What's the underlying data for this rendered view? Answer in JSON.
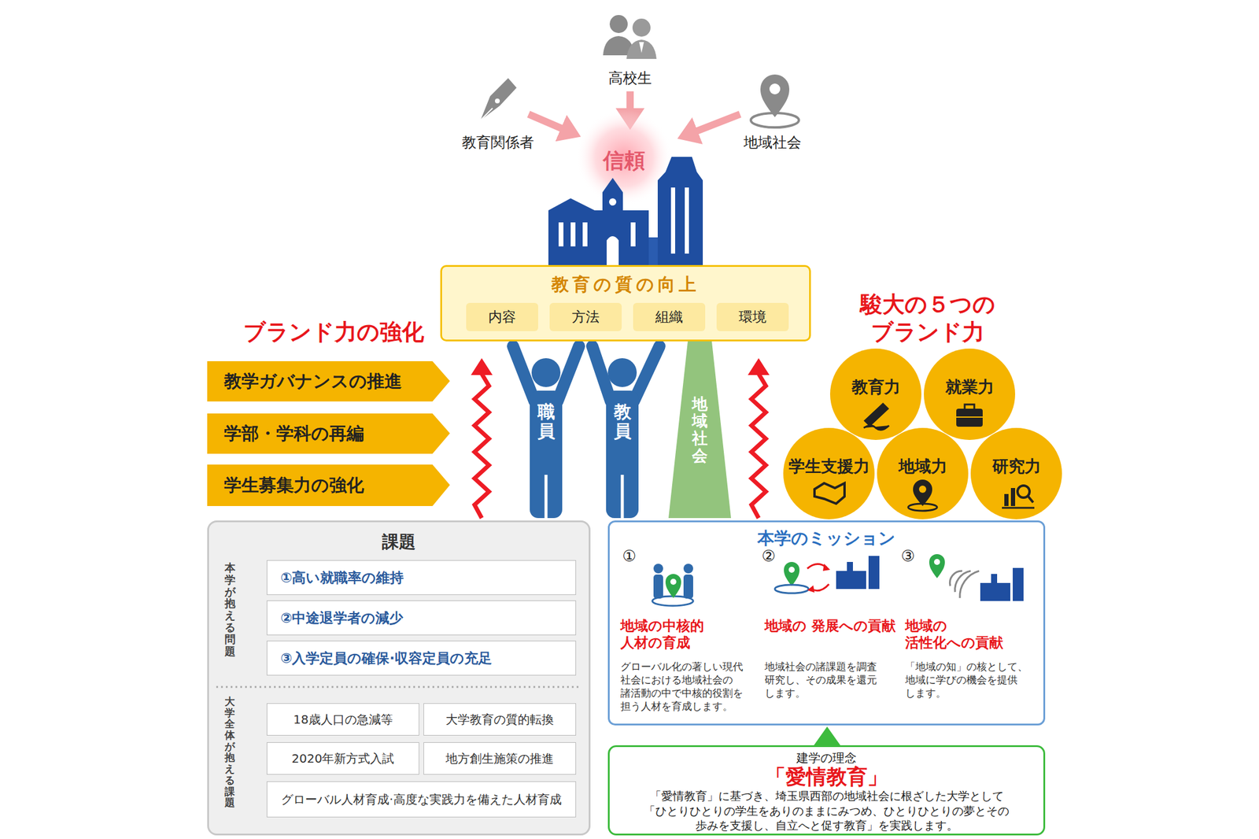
{
  "diagram": {
    "nodes": [
      {
        "text": [
          "教育の質の向上"
        ]
      },
      {
        "text": [
          "内容"
        ],
        "in": 0
      },
      {
        "text": [
          "方法"
        ],
        "in": 0
      },
      {
        "text": [
          "組織"
        ],
        "in": 0
      },
      {
        "text": [
          "環境"
        ],
        "in": 0
      },
      {
        "text": [
          "教学ガバナンスの推進"
        ]
      },
      {
        "text": [
          "学部・学科の再編"
        ]
      },
      {
        "text": [
          "学生募集力の強化"
        ]
      },
      {
        "text": [
          "職員"
        ]
      },
      {
        "text": [
          "教員"
        ]
      },
      {
        "text": [
          "地域社会"
        ]
      },
      {
        "text": [
          "教育力"
        ]
      },
      {
        "text": [
          "就業力"
        ]
      },
      {
        "text": [
          "学生支援力"
        ]
      },
      {
        "text": [
          "地域力"
        ]
      },
      {
        "text": [
          "研究力"
        ]
      },
      {
        "text": [
          "課題"
        ]
      },
      {
        "text": [
          "①高い就職率の維持"
        ],
        "in": 16
      },
      {
        "text": [
          "②中途退学者の減少"
        ],
        "in": 16
      },
      {
        "text": [
          "③入学定員の確保·収容定員の充足"
        ],
        "in": 16
      },
      {
        "text": [
          "18歳人口の急減等"
        ],
        "in": 16
      },
      {
        "text": [
          "大学教育の質的転換"
        ],
        "in": 16
      },
      {
        "text": [
          "2020年新方式入試"
        ],
        "in": 16
      },
      {
        "text": [
          "地方創生施策の推進"
        ],
        "in": 16
      },
      {
        "text": [
          "グローバル人材育成·高度な実践力を備えた人材育成"
        ],
        "in": 16
      },
      {
        "text": [
          "本学のミッション"
        ]
      },
      {
        "text": [
          "建学の理念",
          "「愛情教育」",
          "「愛情教育」に基づき、埼玉県西部の地域社会に根ざした大学として 「ひとりひとりの学生をありのままにみつめ、ひとりひとりの夢とその 歩みを支援し、自立へと促す教育」を実践します。"
        ]
      }
    ],
    "edges": [
      {
        "from": 26,
        "to": 25,
        "arrow": "to"
      }
    ],
    "labels": [
      "高校生",
      "教育関係者",
      "地域社会",
      "信頼",
      "ブランド力の強化",
      "駿大の５つの ブランド力",
      "本学が 抱える問題",
      "大学全体が 抱える課題",
      "①",
      "地域の中核的 人材の育成",
      "グローバル化の著しい現代 社会における地域社会の 諸活動の中で中核的役割を 担う人材を育成します。",
      "②",
      "地域の 発展への貢献",
      "地域社会の諸課題を調査 研究し、その成果を還元 します。",
      "③",
      "地域の 活性化への貢献",
      "「地域の知」の核として、 地域に学びの機会を提供 します。"
    ]
  }
}
